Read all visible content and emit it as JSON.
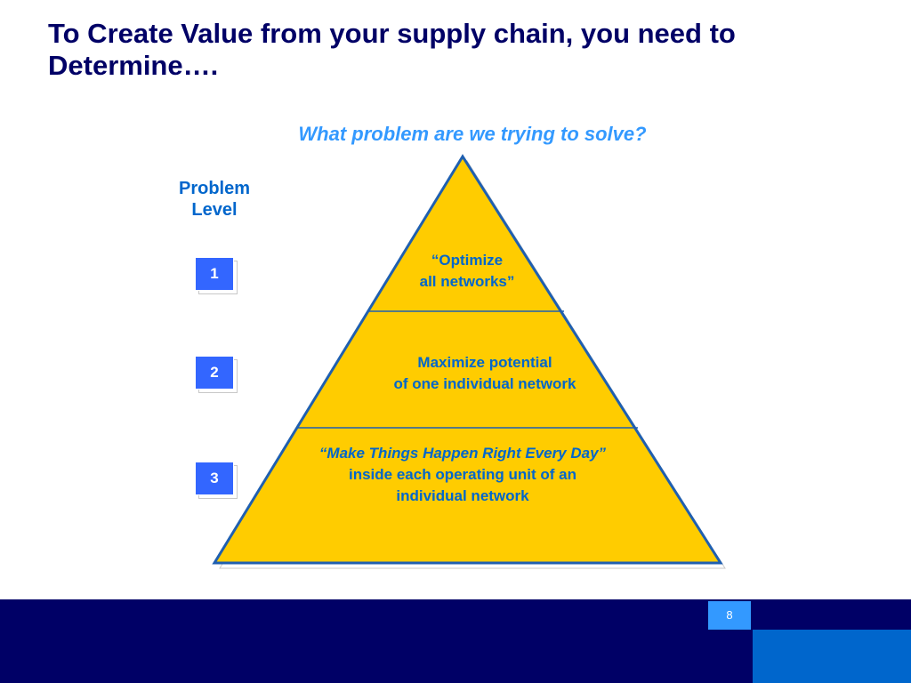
{
  "slide": {
    "title_line1": "To Create Value from your supply chain, you need to",
    "title_line2": "Determine….",
    "question": "What problem are we trying to solve?",
    "level_label_line1": "Problem",
    "level_label_line2": "Level",
    "levels": [
      "1",
      "2",
      "3"
    ],
    "tiers": [
      {
        "lines": [
          "“Optimize",
          "all networks”"
        ]
      },
      {
        "lines": [
          "Maximize potential",
          "of one individual network"
        ]
      },
      {
        "lines": [
          "“Make Things Happen Right Every Day”",
          "inside each operating unit of  an",
          "individual network"
        ]
      }
    ],
    "page_number": "8"
  },
  "colors": {
    "title": "#000066",
    "accent": "#3399ff",
    "label": "#0066cc",
    "badge": "#3366ff",
    "pyramid_fill": "#ffcc00",
    "pyramid_stroke": "#1f5fb0",
    "footer": "#000066",
    "footer_accent": "#0066cc"
  }
}
